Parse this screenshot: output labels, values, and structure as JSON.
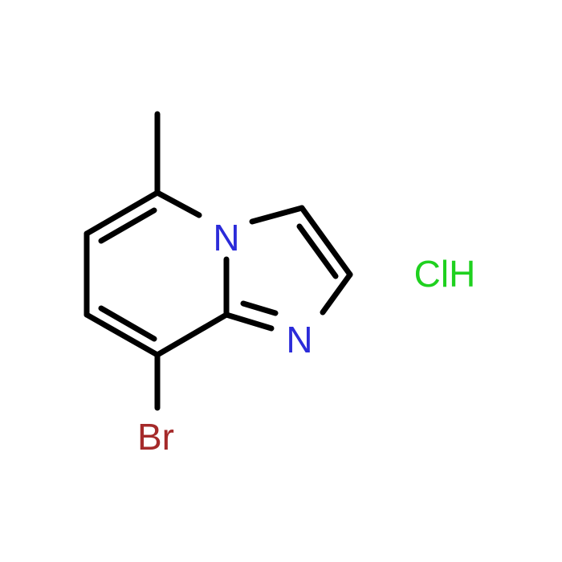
{
  "molecule": {
    "atoms": {
      "n_bridge": {
        "label": "N",
        "color": "#2b2bd9"
      },
      "n_imidazole": {
        "label": "N",
        "color": "#2b2bd9"
      },
      "bromine": {
        "label": "Br",
        "color": "#a52a2a"
      },
      "hydrogen_chloride": {
        "label": "ClH",
        "color": "#1fd11f"
      }
    },
    "bond_color": "#000000"
  }
}
